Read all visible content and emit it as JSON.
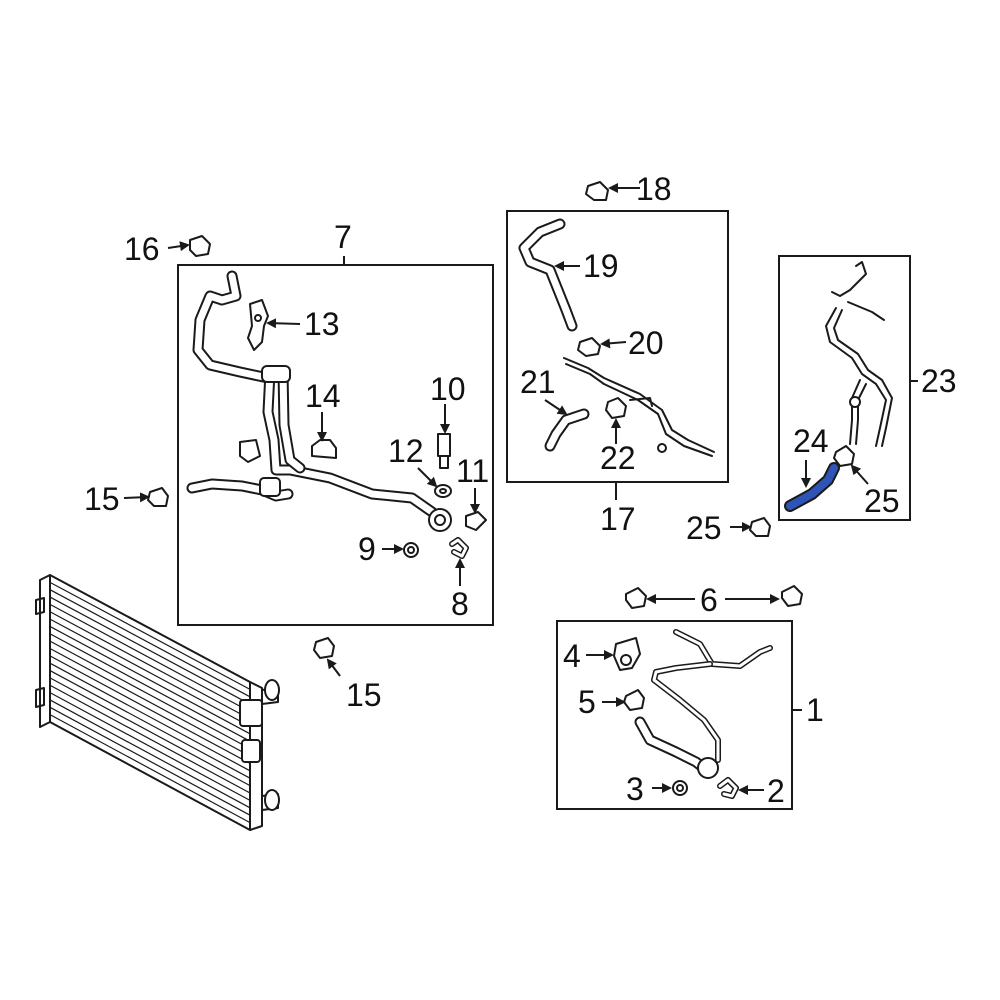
{
  "callouts": {
    "c1": "1",
    "c2": "2",
    "c3": "3",
    "c4": "4",
    "c5": "5",
    "c6": "6",
    "c7": "7",
    "c8": "8",
    "c9": "9",
    "c10": "10",
    "c11": "11",
    "c12": "12",
    "c13": "13",
    "c14": "14",
    "c15a": "15",
    "c15b": "15",
    "c16": "16",
    "c17": "17",
    "c18": "18",
    "c19": "19",
    "c20": "20",
    "c21": "21",
    "c22": "22",
    "c23": "23",
    "c24": "24",
    "c25a": "25",
    "c25b": "25"
  },
  "colors": {
    "line": "#1a1a1a",
    "highlight": "#2f54b8",
    "background": "#ffffff"
  }
}
